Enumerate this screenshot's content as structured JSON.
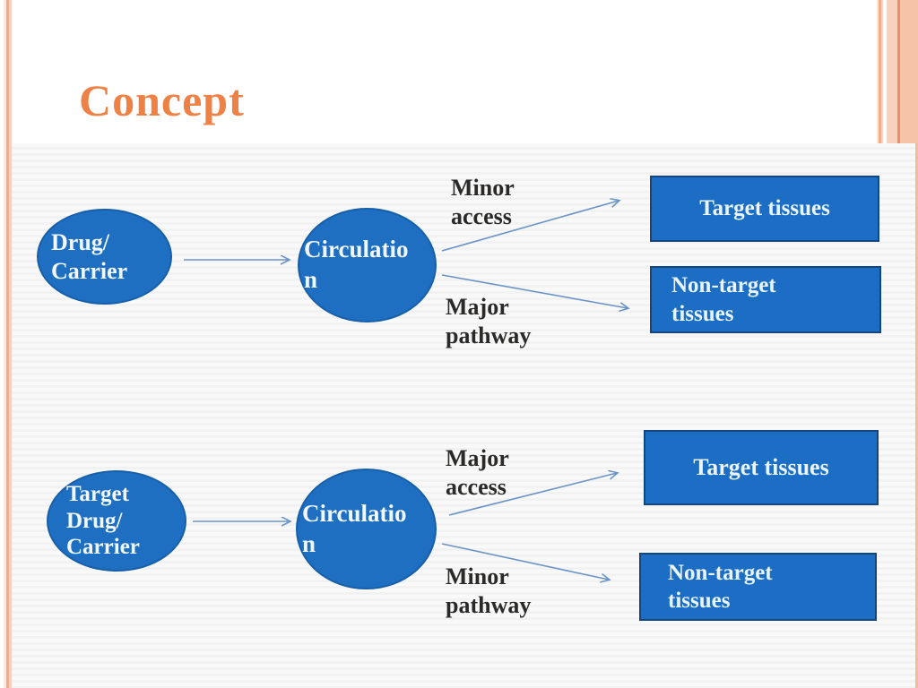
{
  "title": "Concept",
  "colors": {
    "shape_blue": "#1e6fc1",
    "shape_border": "#15457f",
    "shape_text": "#f2f8fd",
    "arrow_blue": "#6b94c6",
    "title_orange": "#ee8145",
    "label_dark": "#2b2a29",
    "strip_salmon": "#f0ab89",
    "content_bg": "#f6f6f6"
  },
  "top_flow": {
    "source": [
      "Drug/",
      "Carrier"
    ],
    "hub": [
      "Circulatio",
      "n"
    ],
    "upper_label": [
      "Minor",
      "access"
    ],
    "upper_target": "Target tissues",
    "lower_label": [
      "Major",
      "pathway"
    ],
    "lower_target": [
      "Non-target",
      "tissues"
    ]
  },
  "bottom_flow": {
    "source": [
      "Target",
      "Drug/",
      "Carrier"
    ],
    "hub": [
      "Circulatio",
      "n"
    ],
    "upper_label": [
      "Major",
      "access"
    ],
    "upper_target": "Target tissues",
    "lower_label": [
      "Minor",
      "pathway"
    ],
    "lower_target": [
      "Non-target",
      "tissues"
    ]
  }
}
